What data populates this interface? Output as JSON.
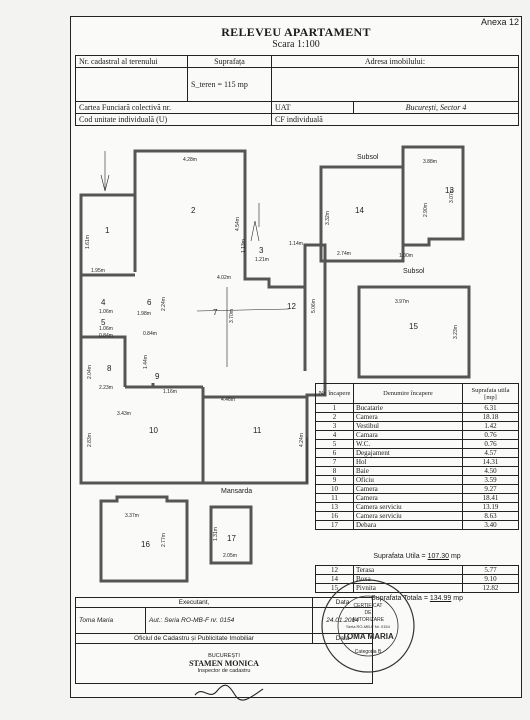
{
  "page_annex": "Anexa 12",
  "header": {
    "title": "RELEVEU APARTAMENT",
    "scale": "Scara 1:100"
  },
  "info": {
    "cadastral_label": "Nr. cadastral al terenului",
    "surface_label": "Suprafața",
    "address_label": "Adresa imobilului:",
    "land_surface": "S_teren    = 115 mp",
    "carte_label": "Cartea Funciară colectivă nr.",
    "uat_label": "UAT",
    "uat_value": "București, Sector 4",
    "cod_label": "Cod unitate individuală (U)",
    "cf_label": "CF individuală"
  },
  "plan": {
    "subsol_title_1": "Subsol",
    "subsol_title_2": "Subsol",
    "mansarda_title": "Mansarda",
    "room_numbers": [
      "1",
      "2",
      "3",
      "4",
      "5",
      "6",
      "7",
      "8",
      "9",
      "10",
      "11",
      "12",
      "13",
      "14",
      "15",
      "16",
      "17"
    ],
    "dimensions": {
      "d_428": "4.28m",
      "d_161": "1.61m",
      "d_195": "1.95m",
      "d_454": "4.54m",
      "d_121": "1.21m",
      "d_114": "1.14m",
      "d_113": "1.13m",
      "d_402": "4.02m",
      "d_506": "5.06m",
      "d_370": "3.70m",
      "d_224": "2.24m",
      "d_198": "1.98m",
      "d_106a": "1.06m",
      "d_106b": "1.06m",
      "d_084": "0.84m",
      "d_084b": "0.84m",
      "d_204": "2.04m",
      "d_223": "2.23m",
      "d_144": "1.44m",
      "d_116": "1.16m",
      "d_343": "3.43m",
      "d_446": "4.46m",
      "d_283": "2.83m",
      "d_424": "4.24m",
      "d_388": "3.88m",
      "d_332": "3.32m",
      "d_290": "2.90m",
      "d_307": "3.07m",
      "d_274": "2.74m",
      "d_100": "1.00m",
      "d_397": "3.97m",
      "d_323": "3.23m",
      "d_337": "3.37m",
      "d_277": "2.77m",
      "d_131": "1.31m",
      "d_205": "2.05m"
    }
  },
  "rooms_table": {
    "headers": [
      "Nr. încapere",
      "Denumire încapere",
      "Suprafata utila [mp]"
    ],
    "rows": [
      {
        "nr": "1",
        "name": "Bucatarie",
        "area": "6.31"
      },
      {
        "nr": "2",
        "name": "Camera",
        "area": "18.18"
      },
      {
        "nr": "3",
        "name": "Vestibul",
        "area": "1.42"
      },
      {
        "nr": "4",
        "name": "Camara",
        "area": "0.76"
      },
      {
        "nr": "5",
        "name": "W.C.",
        "area": "0.76"
      },
      {
        "nr": "6",
        "name": "Degajament",
        "area": "4.57"
      },
      {
        "nr": "7",
        "name": "Hol",
        "area": "14.31"
      },
      {
        "nr": "8",
        "name": "Baie",
        "area": "4.50"
      },
      {
        "nr": "9",
        "name": "Oficiu",
        "area": "3.59"
      },
      {
        "nr": "10",
        "name": "Camera",
        "area": "9.27"
      },
      {
        "nr": "11",
        "name": "Camera",
        "area": "18.41"
      },
      {
        "nr": "13",
        "name": "Camera serviciu",
        "area": "13.19"
      },
      {
        "nr": "16",
        "name": "Camera serviciu",
        "area": "8.63"
      },
      {
        "nr": "17",
        "name": "Debara",
        "area": "3.40"
      }
    ],
    "su_label": "Suprafata Utila = ",
    "su_value": "107.30",
    "su_unit": " mp",
    "extra_rows": [
      {
        "nr": "12",
        "name": "Terasa",
        "area": "5.77"
      },
      {
        "nr": "14",
        "name": "Boxa",
        "area": "9.10"
      },
      {
        "nr": "15",
        "name": "Pivnita",
        "area": "12.82"
      }
    ],
    "st_label": "Suprafata Totala = ",
    "st_value": "134.99",
    "st_unit": " mp"
  },
  "executant": {
    "header_exec": "Executant,",
    "header_date": "Data",
    "name": "Toma Maria",
    "auth": "Aut.: Seria RO-MB-F nr. 0154",
    "date": "24.01.2014",
    "office_label": "Oficiul de Cadastru și Publicitate Imobiliar",
    "office_date": "Data",
    "city": "BUCUREȘTI",
    "inspector_name": "STAMEN MONICA",
    "inspector_role": "Inspector de cadastru"
  },
  "stamp": {
    "line1": "CERTIFICAT",
    "line2": "DE",
    "line3": "AUTORIZARE",
    "line4": "Seria RO-MB-F Nr. 0154",
    "name": "TOMA MARIA",
    "category": "Categoria B"
  },
  "colors": {
    "ink": "#1b1b1b",
    "paper": "#fafaf8",
    "wall": "#8a8a8a"
  }
}
